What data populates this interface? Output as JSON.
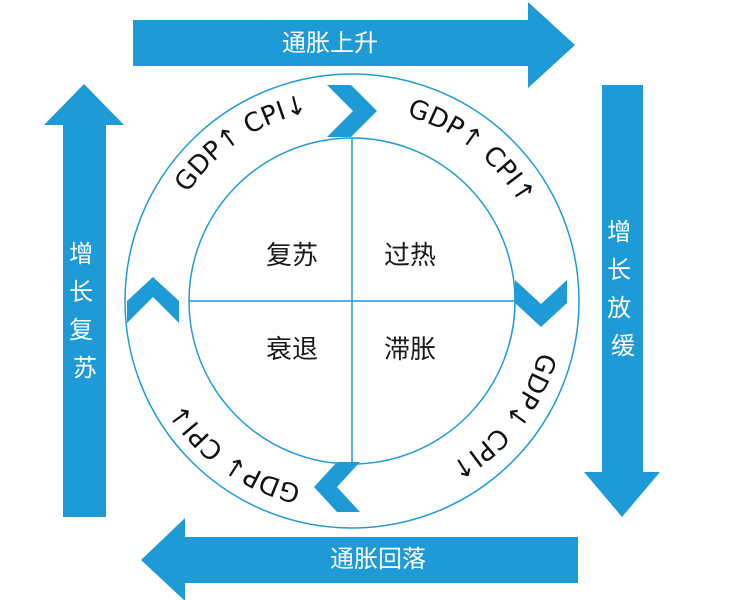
{
  "arrows": {
    "top": "通胀上升",
    "right": "增长放缓",
    "bottom": "通胀回落",
    "left": "增长复苏"
  },
  "quadrants": {
    "top_left": "复苏",
    "top_right": "过热",
    "bottom_left": "衰退",
    "bottom_right": "滞胀"
  },
  "ring": {
    "top_left": "GDP↑ CPI↓",
    "top_right": "GDP↑ CPI↑",
    "bottom_right": "GDP↓ CPI↑",
    "bottom_left": "GDP↓ CPI↓"
  },
  "colors": {
    "accent": "#1e9ad6",
    "ring_stroke": "#1e9ad6"
  }
}
